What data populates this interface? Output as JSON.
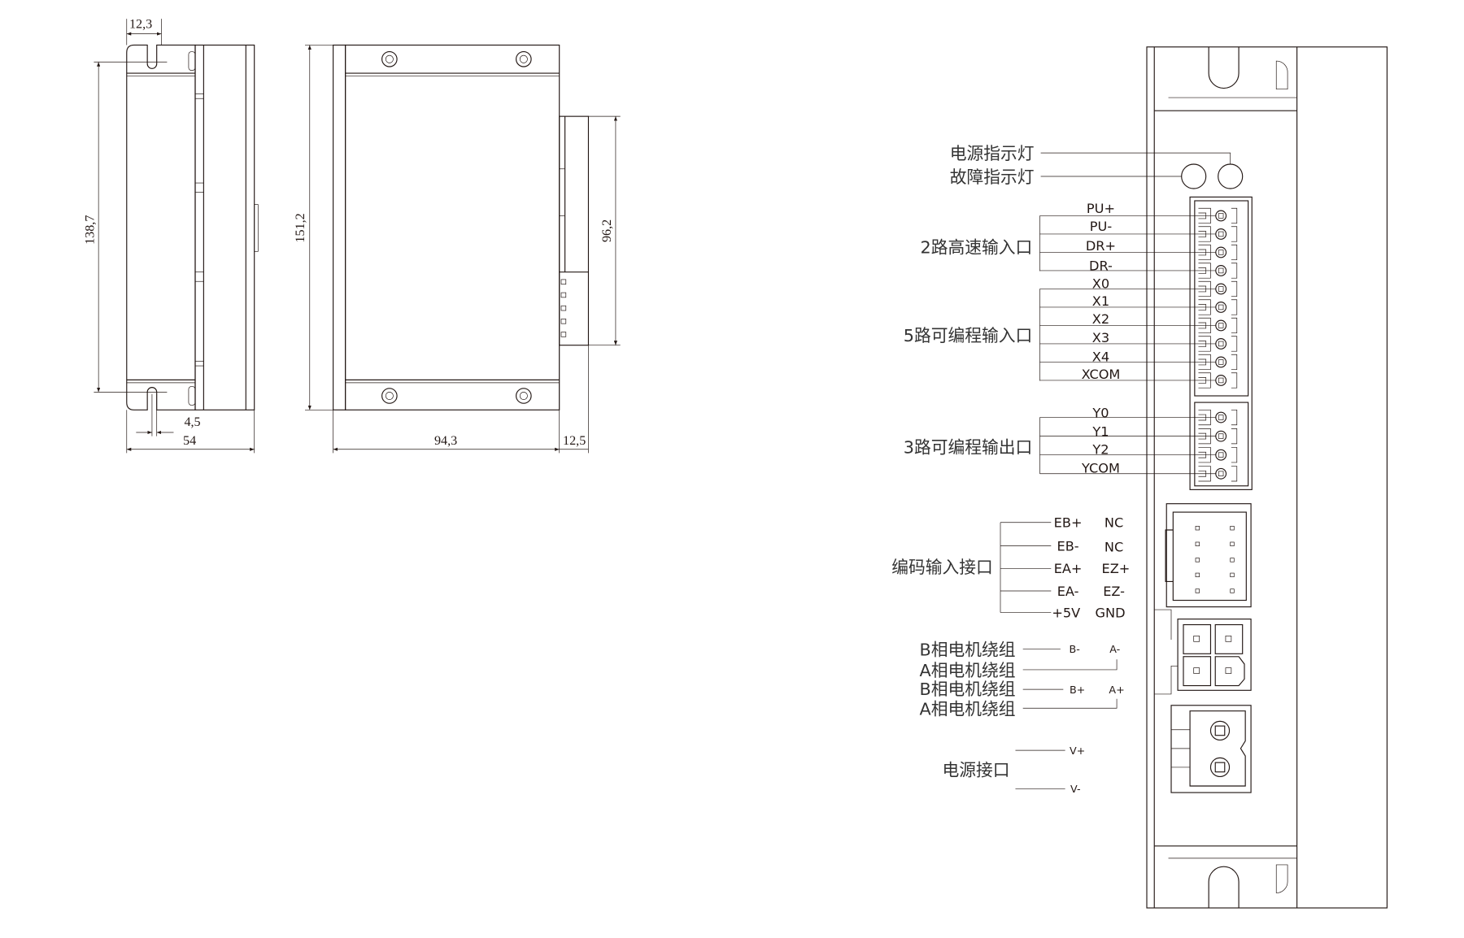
{
  "dimensions": {
    "slot_offset": "12,3",
    "side_height": "138,7",
    "slot_width": "4,5",
    "side_width": "54",
    "front_height": "151,2",
    "connector_height": "96,2",
    "front_width": "94,3",
    "connector_depth": "12,5"
  },
  "indicators": {
    "power_led": "电源指示灯",
    "fault_led": "故障指示灯"
  },
  "groups": {
    "high_speed_input": "2路高速输入口",
    "programmable_input": "5路可编程输入口",
    "programmable_output": "3路可编程输出口",
    "encoder_input": "编码输入接口",
    "power_input": "电源接口"
  },
  "high_speed_pins": [
    "PU+",
    "PU-",
    "DR+",
    "DR-"
  ],
  "input_pins": [
    "X0",
    "X1",
    "X2",
    "X3",
    "X4",
    "XCOM"
  ],
  "output_pins": [
    "Y0",
    "Y1",
    "Y2",
    "YCOM"
  ],
  "encoder_pins_left": [
    "EB+",
    "EB-",
    "EA+",
    "EA-",
    "+5V"
  ],
  "encoder_pins_right": [
    "NC",
    "NC",
    "EZ+",
    "EZ-",
    "GND"
  ],
  "motor": {
    "b_winding_1": "B相电机绕组",
    "a_winding_1": "A相电机绕组",
    "b_winding_2": "B相电机绕组",
    "a_winding_2": "A相电机绕组",
    "b_minus": "B-",
    "a_minus": "A-",
    "b_plus": "B+",
    "a_plus": "A+"
  },
  "power": {
    "v_plus": "V+",
    "v_minus": "V-"
  }
}
